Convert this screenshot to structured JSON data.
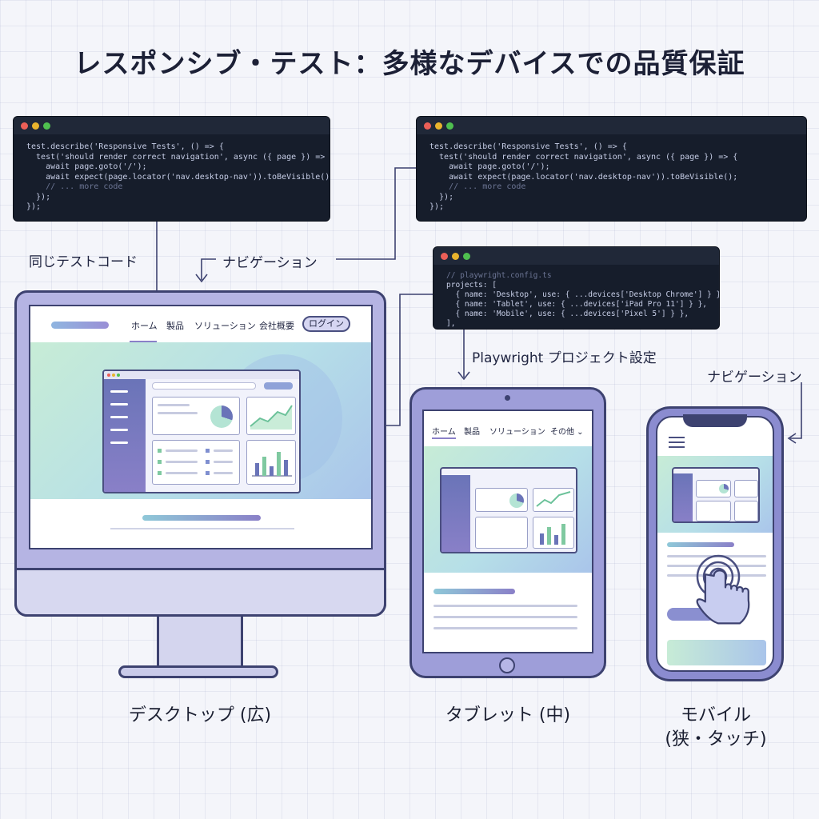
{
  "title": "レスポンシブ・テスト：多様なデバイスでの品質保証",
  "colors": {
    "code_bg": "#161d2b",
    "device_frame": "#b5b4e3",
    "accent_purple": "#8a80c8",
    "accent_green": "#b4e4c8",
    "line": "#3d4270"
  },
  "code_windows": [
    {
      "lines": [
        "test.describe('Responsive Tests', () => {",
        "  test('should render correct navigation', async ({ page }) => {",
        "    await page.goto('/');",
        "    await expect(page.locator('nav.desktop-nav')).toBeVisible();",
        "    // ... more code",
        "  });",
        "});"
      ]
    },
    {
      "lines": [
        "test.describe('Responsive Tests', () => {",
        "  test('should render correct navigation', async ({ page }) => {",
        "    await page.goto('/');",
        "    await expect(page.locator('nav.desktop-nav')).toBeVisible();",
        "    // ... more code",
        "  });",
        "});"
      ]
    }
  ],
  "config_window": {
    "lines": [
      "// playwright.config.ts",
      "projects: [",
      "  { name: 'Desktop', use: { ...devices['Desktop Chrome'] } },",
      "  { name: 'Tablet', use: { ...devices['iPad Pro 11'] } },",
      "  { name: 'Mobile', use: { ...devices['Pixel 5'] } },",
      "],"
    ]
  },
  "labels": {
    "same_code": "同じテストコード",
    "navigation_top": "ナビゲーション",
    "project_config": "Playwright プロジェクト設定",
    "navigation_right": "ナビゲーション"
  },
  "desktop": {
    "nav_items": [
      "ホーム",
      "製品",
      "ソリューション",
      "会社概要"
    ],
    "login": "ログイン",
    "caption": "デスクトップ (広)"
  },
  "tablet": {
    "nav_items": [
      "ホーム",
      "製品",
      "ソリューション",
      "その他 ⌄"
    ],
    "caption": "タブレット (中)"
  },
  "mobile": {
    "caption_line1": "モバイル",
    "caption_line2": "(狭・タッチ)",
    "menu_icon": "hamburger-icon",
    "touch_icon": "hand-pointer-icon"
  }
}
